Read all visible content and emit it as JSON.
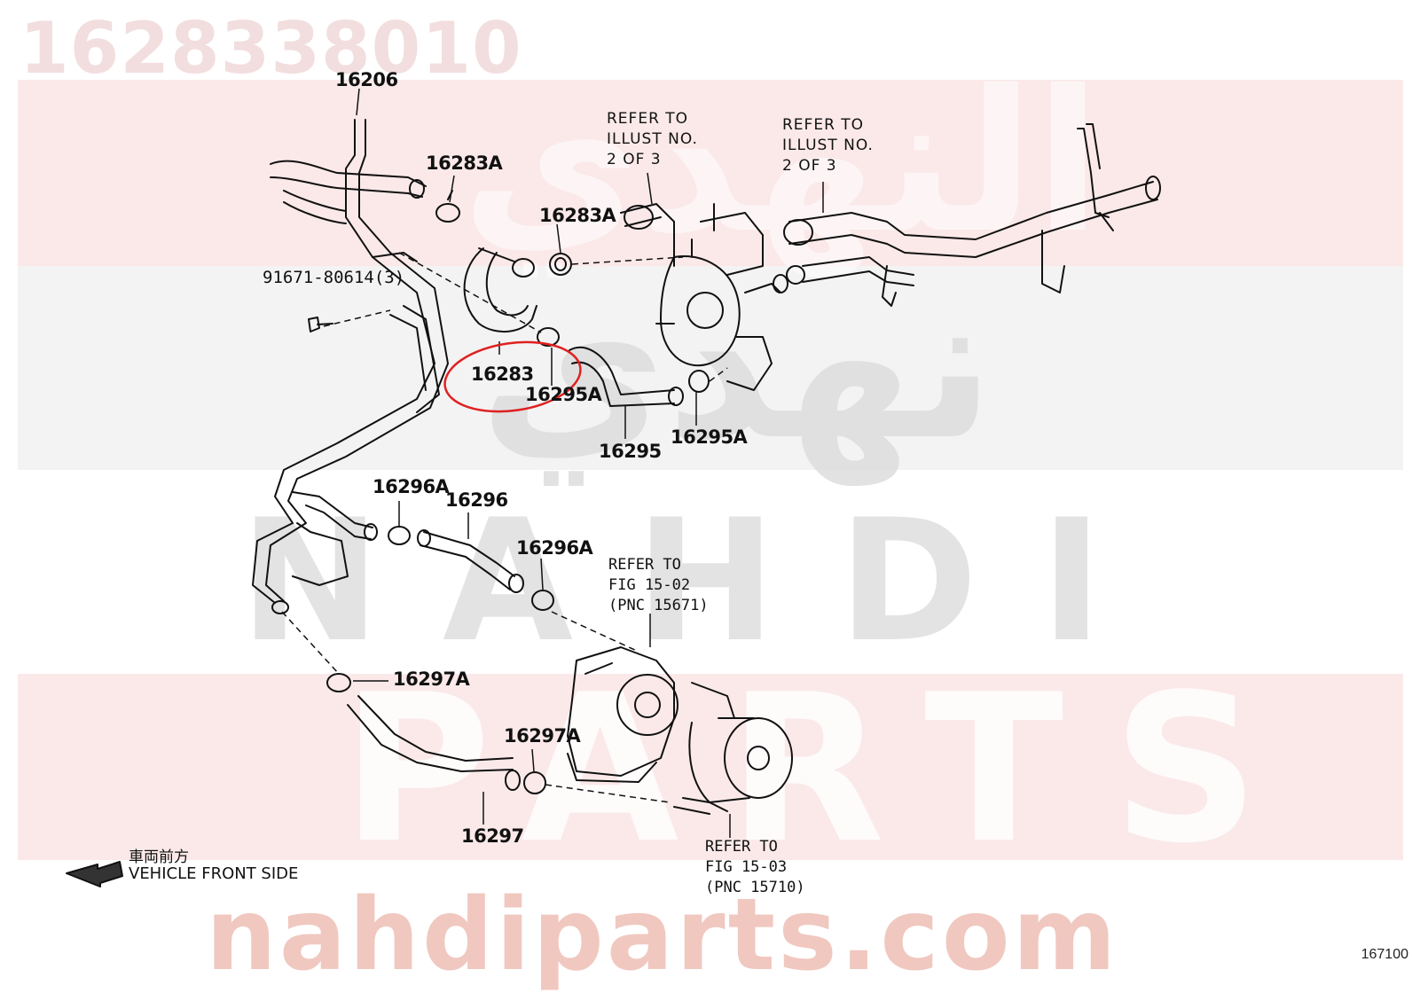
{
  "header": {
    "part_number": "1628338010"
  },
  "watermarks": {
    "arabic_top": "النهدي",
    "arabic_mid": "نهدي",
    "nahdi": "NAHDI",
    "parts": "PARTS",
    "site_url": "nahdiparts.com",
    "band_color": "#fbe9e9"
  },
  "callouts": [
    {
      "id": "16206",
      "text": "16206"
    },
    {
      "id": "16283A-top",
      "text": "16283A"
    },
    {
      "id": "16283A-mid",
      "text": "16283A"
    },
    {
      "id": "91671",
      "text": "91671-80614(3)"
    },
    {
      "id": "16283",
      "text": "16283"
    },
    {
      "id": "16295A-left",
      "text": "16295A"
    },
    {
      "id": "16295",
      "text": "16295"
    },
    {
      "id": "16295A-right",
      "text": "16295A"
    },
    {
      "id": "16296A-left",
      "text": "16296A"
    },
    {
      "id": "16296",
      "text": "16296"
    },
    {
      "id": "16296A-right",
      "text": "16296A"
    },
    {
      "id": "16297A-top",
      "text": "16297A"
    },
    {
      "id": "16297A-bot",
      "text": "16297A"
    },
    {
      "id": "16297",
      "text": "16297"
    }
  ],
  "refer_notes": [
    {
      "id": "ref-illust-1",
      "text": "REFER TO\nILLUST NO.\n2 OF 3"
    },
    {
      "id": "ref-illust-2",
      "text": "REFER TO\nILLUST NO.\n2 OF 3"
    },
    {
      "id": "ref-fig-15-02",
      "text": "REFER TO\nFIG 15-02\n(PNC 15671)"
    },
    {
      "id": "ref-fig-15-03",
      "text": "REFER TO\nFIG 15-03\n(PNC 15710)"
    }
  ],
  "direction": {
    "japanese": "車両前方",
    "english": "VEHICLE FRONT SIDE"
  },
  "highlight": {
    "target": "16283",
    "color": "#e02020"
  },
  "footer": {
    "diagram_code": "167100"
  }
}
